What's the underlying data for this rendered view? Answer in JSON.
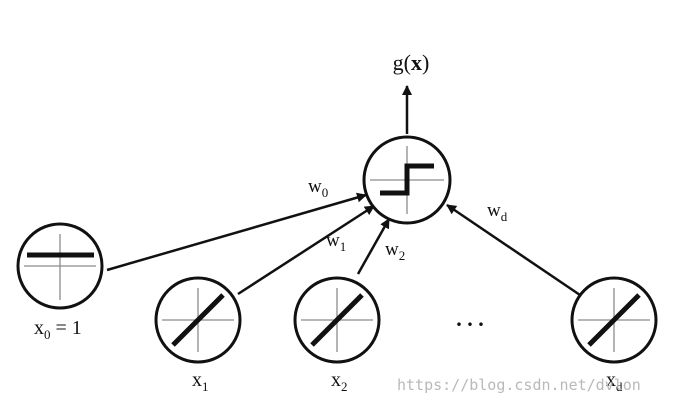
{
  "output": {
    "label_main": "g(",
    "label_var": "x",
    "label_close": ")"
  },
  "weights": [
    {
      "base": "w",
      "sub": "0"
    },
    {
      "base": "w",
      "sub": "1"
    },
    {
      "base": "w",
      "sub": "2"
    },
    {
      "base": "w",
      "sub": "d"
    }
  ],
  "inputs": [
    {
      "base": "x",
      "sub": "0",
      "suffix": " = 1",
      "activation": "constant"
    },
    {
      "base": "x",
      "sub": "1",
      "suffix": "",
      "activation": "linear"
    },
    {
      "base": "x",
      "sub": "2",
      "suffix": "",
      "activation": "linear"
    },
    {
      "base": "x",
      "sub": "d",
      "suffix": "",
      "activation": "linear"
    }
  ],
  "output_activation": "step",
  "ellipsis": ". . .",
  "watermark": "https://blog.csdn.net/dvlon",
  "colors": {
    "stroke": "#111111",
    "axis": "#8c8c8c",
    "watermark": "#b9b9b9"
  }
}
